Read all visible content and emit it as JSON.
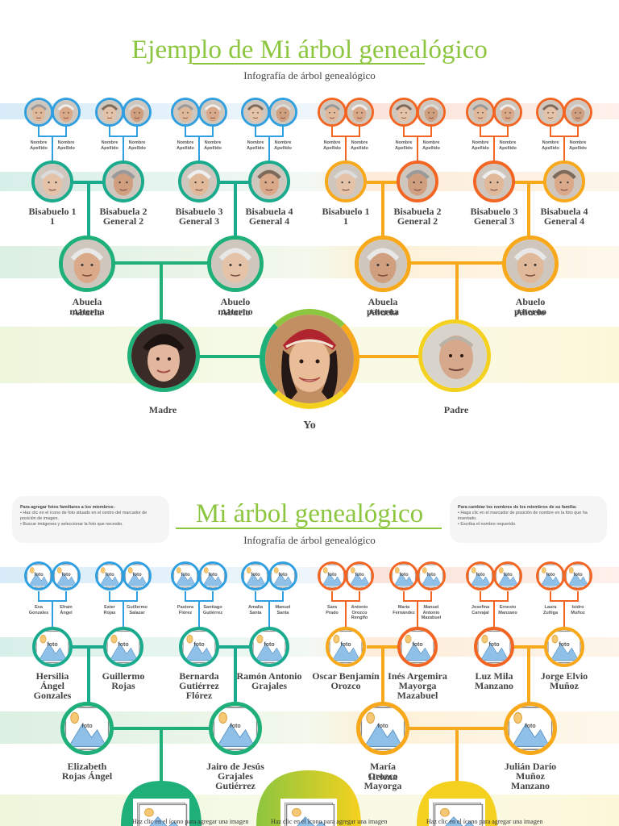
{
  "section1": {
    "title": "Ejemplo de Mi árbol genealógico",
    "subtitle": "Infografía de árbol genealógico",
    "great_grandparent_pairs": [
      [
        "Nombre Apellido",
        "Nombre Apellido"
      ],
      [
        "Nombre Apellido",
        "Nombre Apellido"
      ],
      [
        "Nombre Apellido",
        "Nombre Apellido"
      ],
      [
        "Nombre Apellido",
        "Nombre Apellido"
      ],
      [
        "Nombre Apellido",
        "Nombre Apellido"
      ],
      [
        "Nombre Apellido",
        "Nombre Apellido"
      ],
      [
        "Nombre Apellido",
        "Nombre Apellido"
      ],
      [
        "Nombre Apellido",
        "Nombre Apellido"
      ]
    ],
    "great_grandparents": [
      "Bisabuelo 1\n1",
      "Bisabuela 2\nGeneral 2",
      "Bisabuelo 3\nGeneral 3",
      "Bisabuela 4\nGeneral 4",
      "Bisabuelo 1\n1",
      "Bisabuela 2\nGeneral 2",
      "Bisabuelo 3\nGeneral 3",
      "Bisabuela 4\nGeneral 4"
    ],
    "grandparents": [
      "Abuela\nmaterna",
      "Abuelo\nmaterno",
      "Abuela\npaterna",
      "Abuelo\npaterno"
    ],
    "grandparents_overlap": [
      "Abuela",
      "Abuelo",
      "Abuela",
      "Abuelo"
    ],
    "mother": "Madre",
    "me": "Yo",
    "father": "Padre"
  },
  "section2": {
    "title": "Mi árbol genealógico",
    "subtitle": "Infografía de árbol genealógico",
    "note_left": {
      "title": "Para agregar fotos familiares a los miembros:",
      "lines": [
        "• Haz clic en el ícono de foto situado en el centro del marcador de posición de imagen.",
        "• Buscar imágenes y seleccionar la foto que necesito."
      ]
    },
    "note_right": {
      "title": "Para cambiar los nombres de los miembros de su familia:",
      "lines": [
        "• Haga clic en el marcador de posición de nombre en la foto que ha insertado.",
        "• Escriba el nombre requerido."
      ]
    },
    "photo_label": "foto",
    "great_grandparent_pairs": [
      [
        "Eva\nGonzales",
        "Efraín\nÁngel"
      ],
      [
        "Ester\nRojas",
        "Guillermo\nSalazar"
      ],
      [
        "Pastora\nFlórez",
        "Santiago\nGutiérrez"
      ],
      [
        "Amalia\nSanta",
        "Manuel\nSanta"
      ],
      [
        "Sara\nPrado",
        "Antonio\nOrozco Rengifo"
      ],
      [
        "María\nFernández",
        "Manuel Antonio\nMazabuel"
      ],
      [
        "Josefina\nCarvajal",
        "Ernesto\nManzano"
      ],
      [
        "Laura\nZuñiga",
        "Isidro\nMuñoz"
      ]
    ],
    "great_grandparents": [
      "Hersilia\nÁngel\nGonzales",
      "Guillermo\nRojas",
      "Bernarda\nGutiérrez\nFlórez",
      "Ramón Antonio\nGrajales",
      "Oscar Benjamín\nOrozco",
      "Inés Argemira\nMayorga\nMazabuel",
      "Luz Mila\nManzano",
      "Jorge Elvio\nMuñoz"
    ],
    "grandparents": [
      "Elizabeth\nRojas Ángel",
      "Jairo de Jesús\nGrajales\nGutiérrez",
      "María\nOrozco\nMayorga",
      "Julián Darío\nMuñoz\nManzano"
    ],
    "grandparents_overlap": [
      "",
      "",
      "Helena",
      ""
    ],
    "add_image_hint": "Haz clic en el ícono para agregar una imagen"
  },
  "colors": {
    "title_green": "#8cc63f",
    "blue": "#2f9fe0",
    "orange": "#f26522",
    "teal": "#1aaa8d",
    "lime": "#8cc63f",
    "amber": "#f7a81b",
    "yellow": "#f5d11f"
  }
}
